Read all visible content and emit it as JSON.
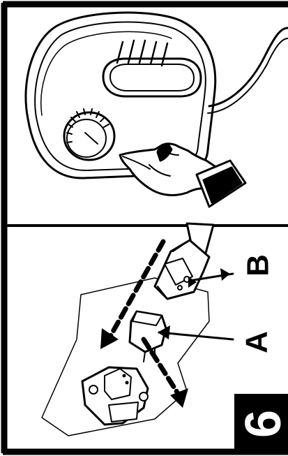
{
  "labels": {
    "callout_a": "A",
    "callout_b": "B"
  },
  "step": {
    "number": "6"
  },
  "icons": {
    "top_panel": [
      "heater-unit-icon",
      "control-knob-icon",
      "hand-icon",
      "power-cord-icon"
    ],
    "bottom_panel": [
      "plug-connector-icon",
      "socket-connector-icon",
      "terminal-block-icon",
      "insertion-arrow-icon"
    ]
  },
  "colors": {
    "ink": "#000000",
    "paper": "#ffffff"
  }
}
